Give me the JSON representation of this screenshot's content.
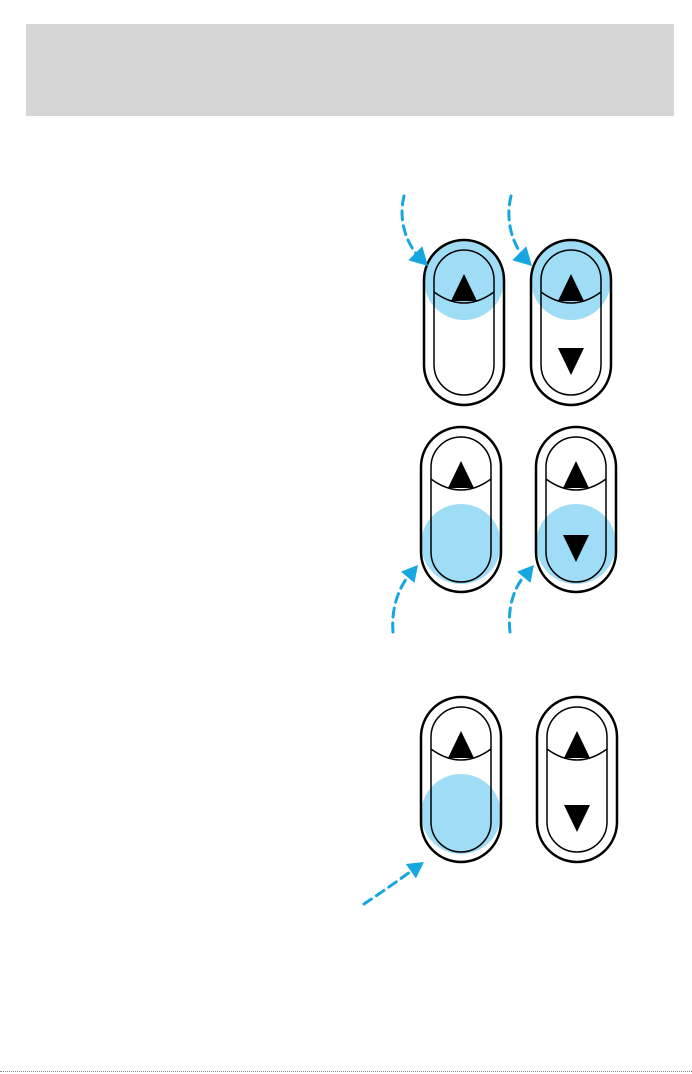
{
  "colors": {
    "header_gray": "#d6d6d6",
    "highlight_blue": "#9fdcf5",
    "arrow_blue": "#16a6e0",
    "outline_black": "#000000"
  },
  "icons": {
    "up": "up-triangle-icon",
    "down": "down-triangle-icon"
  },
  "panels": [
    {
      "name": "panel-1",
      "switches": [
        {
          "name": "left",
          "arrows": [
            "up"
          ],
          "highlight": "top"
        },
        {
          "name": "right",
          "arrows": [
            "up",
            "down"
          ],
          "highlight": "top"
        }
      ],
      "pointers": [
        "left-switch-top",
        "right-switch-top"
      ]
    },
    {
      "name": "panel-2",
      "switches": [
        {
          "name": "left",
          "arrows": [
            "up"
          ],
          "highlight": "bottom"
        },
        {
          "name": "right",
          "arrows": [
            "up",
            "down"
          ],
          "highlight": "bottom"
        }
      ],
      "pointers": [
        "left-switch-bottom",
        "right-switch-bottom"
      ]
    },
    {
      "name": "panel-3",
      "switches": [
        {
          "name": "left",
          "arrows": [
            "up"
          ],
          "highlight": "bottom"
        },
        {
          "name": "right",
          "arrows": [
            "up",
            "down"
          ],
          "highlight": "none"
        }
      ],
      "pointers": [
        "left-switch-bottom"
      ]
    }
  ]
}
